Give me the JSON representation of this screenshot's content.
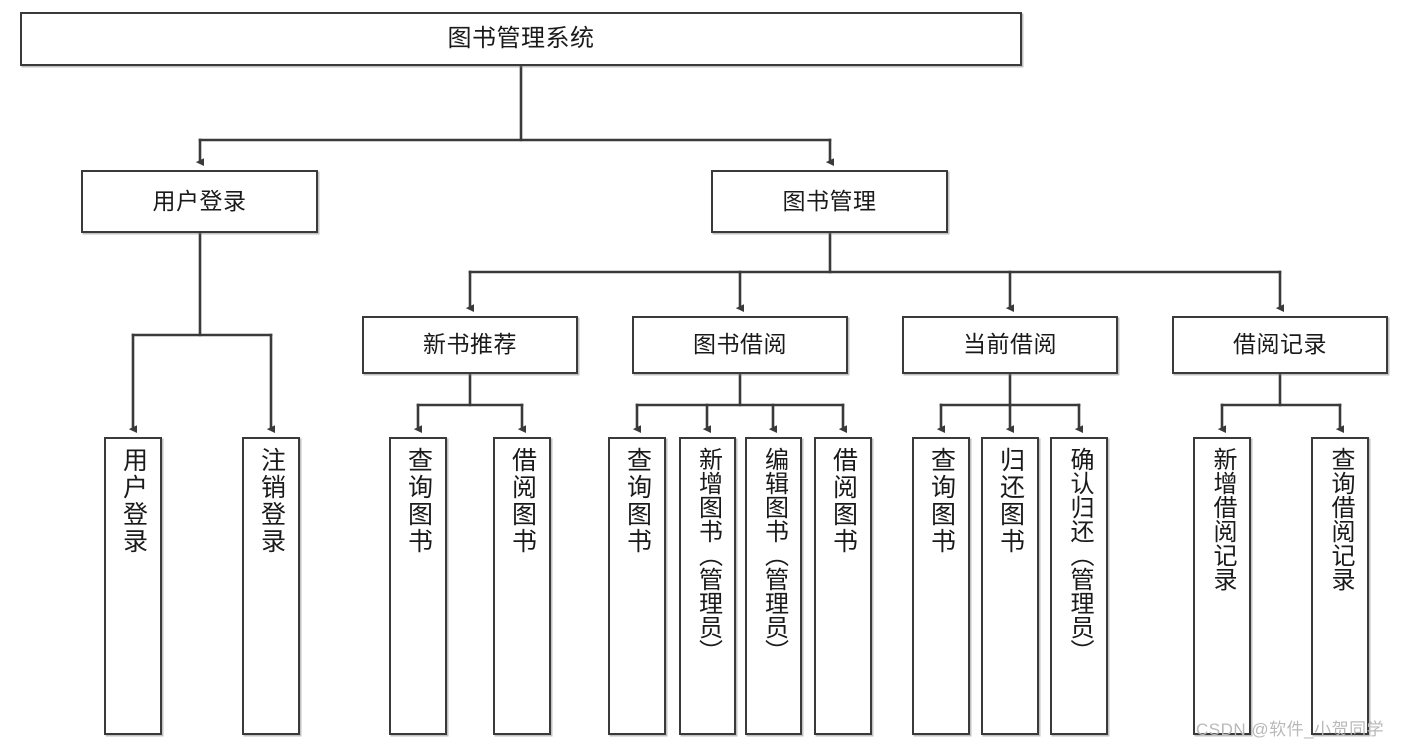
{
  "diagram": {
    "title": "图书管理系统",
    "type": "tree",
    "background_color": "#ffffff",
    "node_border_color": "#3a3a3a",
    "node_fill_color": "#ffffff",
    "edge_color": "#3a3a3a",
    "levels": 4
  },
  "nodes": {
    "root": {
      "label": "图书管理系统"
    },
    "level2": [
      {
        "label": "用户登录"
      },
      {
        "label": "图书管理"
      }
    ],
    "level3": [
      {
        "label": "新书推荐"
      },
      {
        "label": "图书借阅"
      },
      {
        "label": "当前借阅"
      },
      {
        "label": "借阅记录"
      }
    ],
    "leaves_user_login": [
      {
        "label": "用户登录"
      },
      {
        "label": "注销登录"
      }
    ],
    "leaves_new_books": [
      {
        "label": "查询图书"
      },
      {
        "label": "借阅图书"
      }
    ],
    "leaves_borrow": [
      {
        "label": "查询图书"
      },
      {
        "label": "新增图书（管理员）"
      },
      {
        "label": "编辑图书（管理员）"
      },
      {
        "label": "借阅图书"
      }
    ],
    "leaves_current": [
      {
        "label": "查询图书"
      },
      {
        "label": "归还图书"
      },
      {
        "label": "确认归还（管理员）"
      }
    ],
    "leaves_records": [
      {
        "label": "新增借阅记录"
      },
      {
        "label": "查询借阅记录"
      }
    ]
  },
  "watermark": {
    "text": "CSDN @软件_小贺同学",
    "color": "#b9b9b9"
  }
}
